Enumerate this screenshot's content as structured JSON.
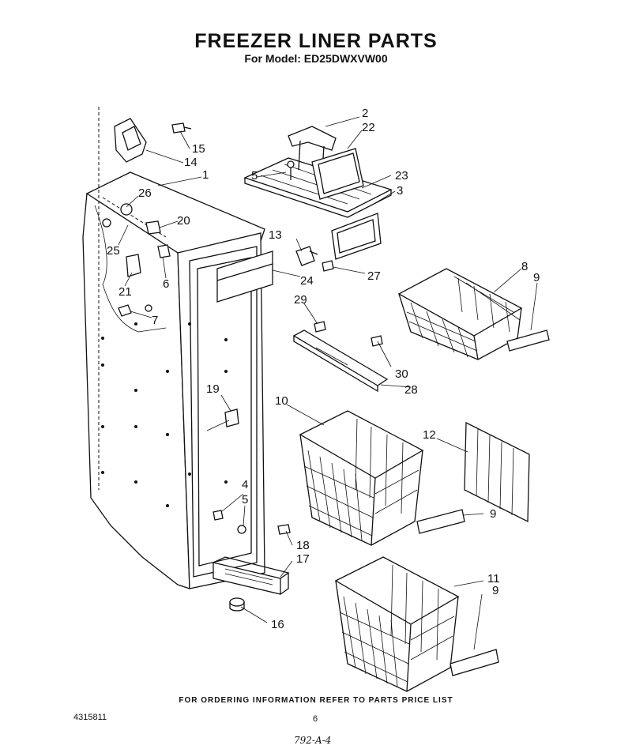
{
  "header": {
    "title": "FREEZER LINER PARTS",
    "subtitle": "For Model: ED25DWXVW00"
  },
  "callouts": [
    "1",
    "2",
    "3",
    "4",
    "5",
    "5",
    "6",
    "7",
    "8",
    "9",
    "9",
    "9",
    "10",
    "11",
    "12",
    "13",
    "14",
    "15",
    "16",
    "17",
    "18",
    "19",
    "20",
    "21",
    "22",
    "23",
    "24",
    "25",
    "26",
    "27",
    "28",
    "29",
    "30"
  ],
  "footer": {
    "ordering_note": "FOR ORDERING INFORMATION REFER TO PARTS PRICE LIST",
    "document_number": "4315811",
    "page_number": "6",
    "handwritten_note": "792-A-4"
  }
}
